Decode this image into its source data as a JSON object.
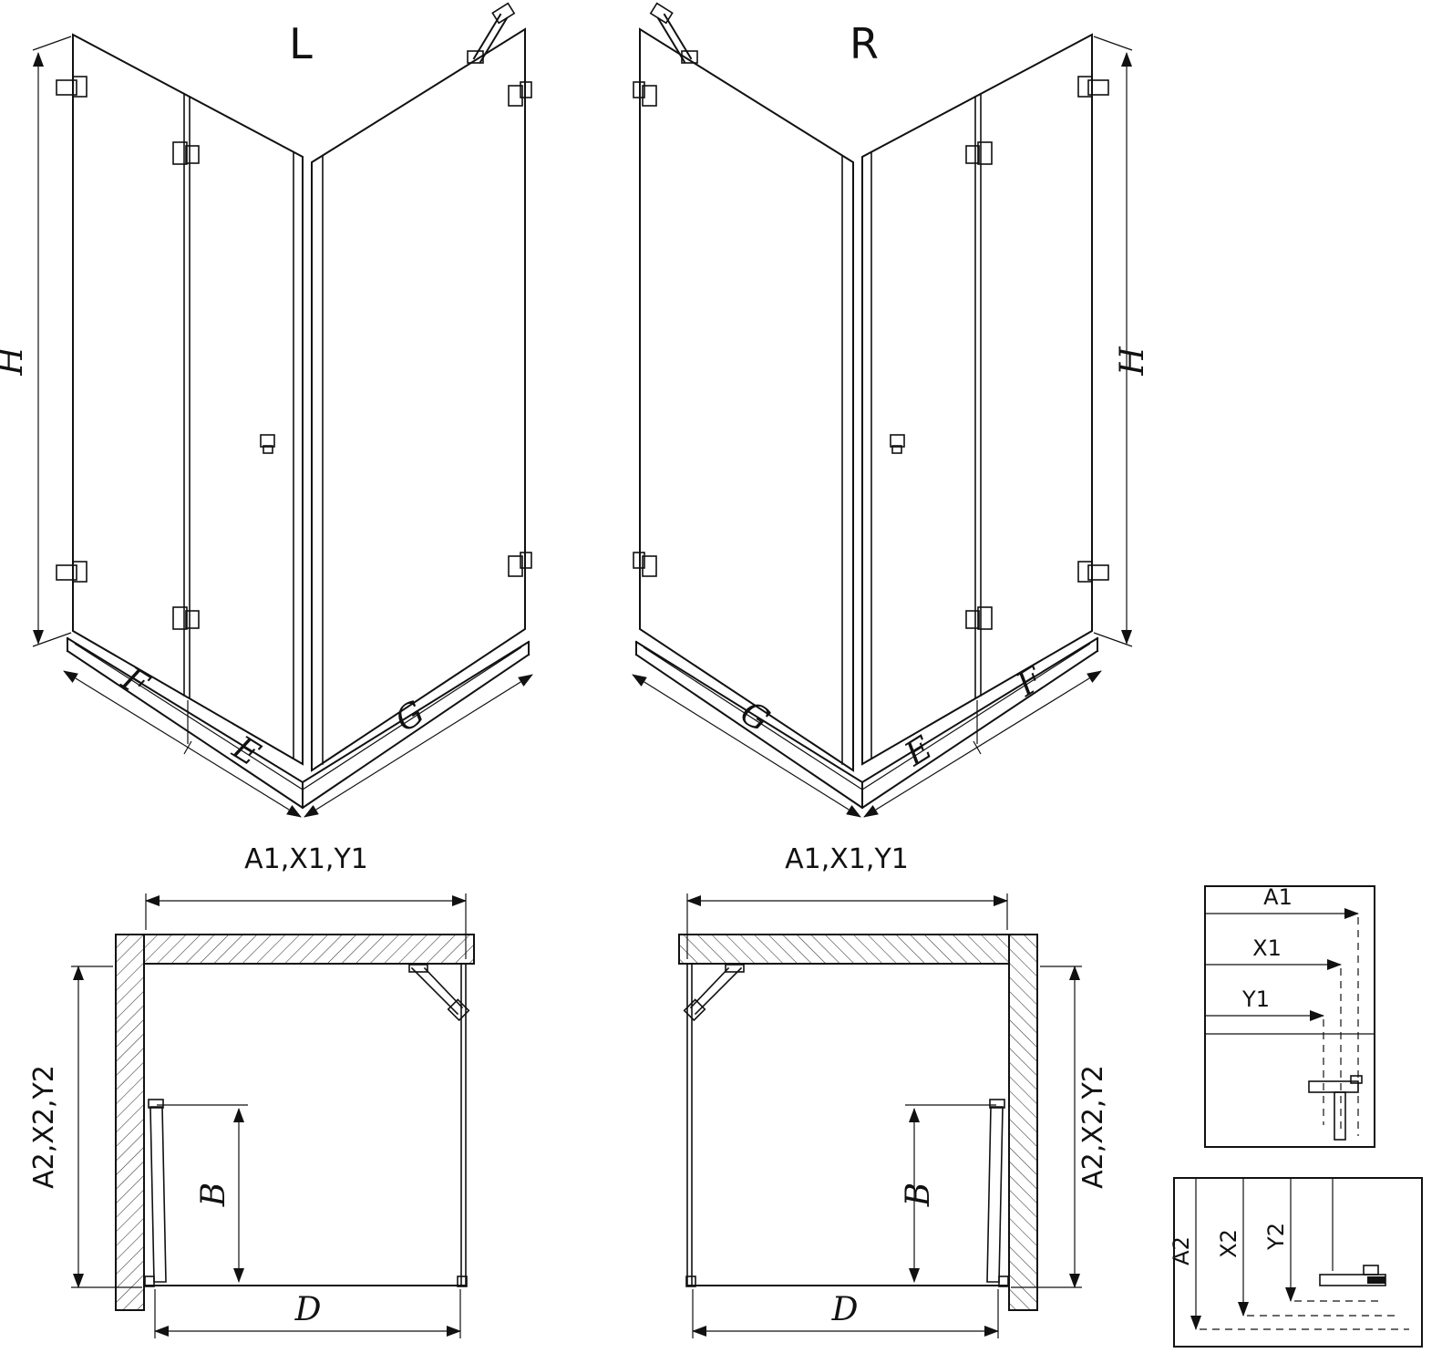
{
  "labels": {
    "left_variant": "L",
    "right_variant": "R",
    "height": "H",
    "width_f": "F",
    "width_e": "E",
    "width_g": "G",
    "top_dim": "A1,X1,Y1",
    "side_dim": "A2,X2,Y2",
    "door_b": "B",
    "bottom_d": "D"
  },
  "detail_top": {
    "a1": "A1",
    "x1": "X1",
    "y1": "Y1"
  },
  "detail_bottom": {
    "a2": "A2",
    "x2": "X2",
    "y2": "Y2"
  },
  "colors": {
    "line": "#111111",
    "background": "#ffffff"
  }
}
